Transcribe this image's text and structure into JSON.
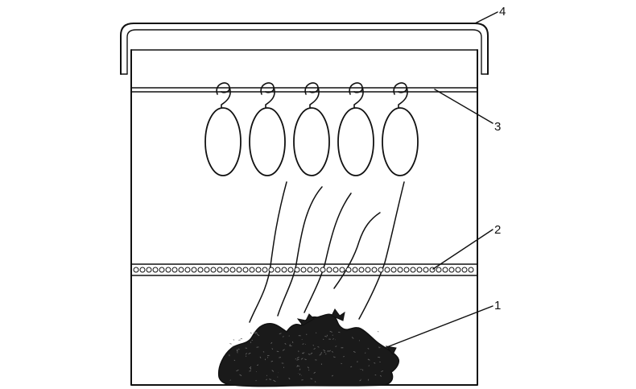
{
  "diagram": {
    "callouts": [
      {
        "id": "1",
        "text": "1"
      },
      {
        "id": "2",
        "text": "2"
      },
      {
        "id": "3",
        "text": "3"
      },
      {
        "id": "4",
        "text": "4"
      }
    ],
    "hanging_items_count": 5,
    "smoke_trails_count": 5,
    "colors": {
      "ink": "#111111",
      "background": "#ffffff",
      "fuel": "#1a1a1a"
    }
  }
}
